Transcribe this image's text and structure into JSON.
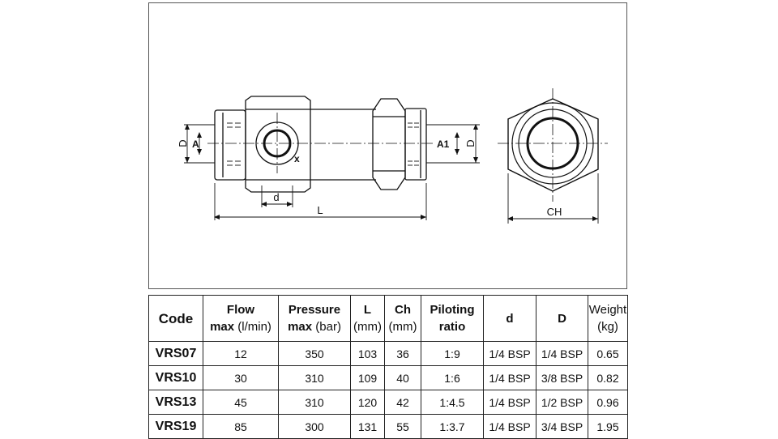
{
  "drawing": {
    "labels": {
      "port_a": "A",
      "port_a1": "A1",
      "diameter_left": "D",
      "diameter_right": "D",
      "pilot_x": "x",
      "pilot_d": "d",
      "length": "L",
      "hex": "CH"
    }
  },
  "table": {
    "headers": {
      "code": "Code",
      "flow_bold1": "Flow",
      "flow_bold2": "max",
      "flow_unit": "(l/min)",
      "pressure_bold1": "Pressure",
      "pressure_bold2": "max",
      "pressure_unit": "(bar)",
      "l_bold": "L",
      "l_unit": "(mm)",
      "ch_bold": "Ch",
      "ch_unit": "(mm)",
      "piloting1": "Piloting",
      "piloting2": "ratio",
      "d_small": "d",
      "d_big": "D",
      "weight1": "Weight",
      "weight2": "(kg)"
    },
    "rows": [
      {
        "code": "VRS07",
        "flow": "12",
        "pressure": "350",
        "l": "103",
        "ch": "36",
        "ratio": "1:9",
        "d": "1/4 BSP",
        "D": "1/4 BSP",
        "weight": "0.65"
      },
      {
        "code": "VRS10",
        "flow": "30",
        "pressure": "310",
        "l": "109",
        "ch": "40",
        "ratio": "1:6",
        "d": "1/4 BSP",
        "D": "3/8 BSP",
        "weight": "0.82"
      },
      {
        "code": "VRS13",
        "flow": "45",
        "pressure": "310",
        "l": "120",
        "ch": "42",
        "ratio": "1:4.5",
        "d": "1/4 BSP",
        "D": "1/2 BSP",
        "weight": "0.96"
      },
      {
        "code": "VRS19",
        "flow": "85",
        "pressure": "300",
        "l": "131",
        "ch": "55",
        "ratio": "1:3.7",
        "d": "1/4 BSP",
        "D": "3/4 BSP",
        "weight": "1.95"
      }
    ]
  }
}
